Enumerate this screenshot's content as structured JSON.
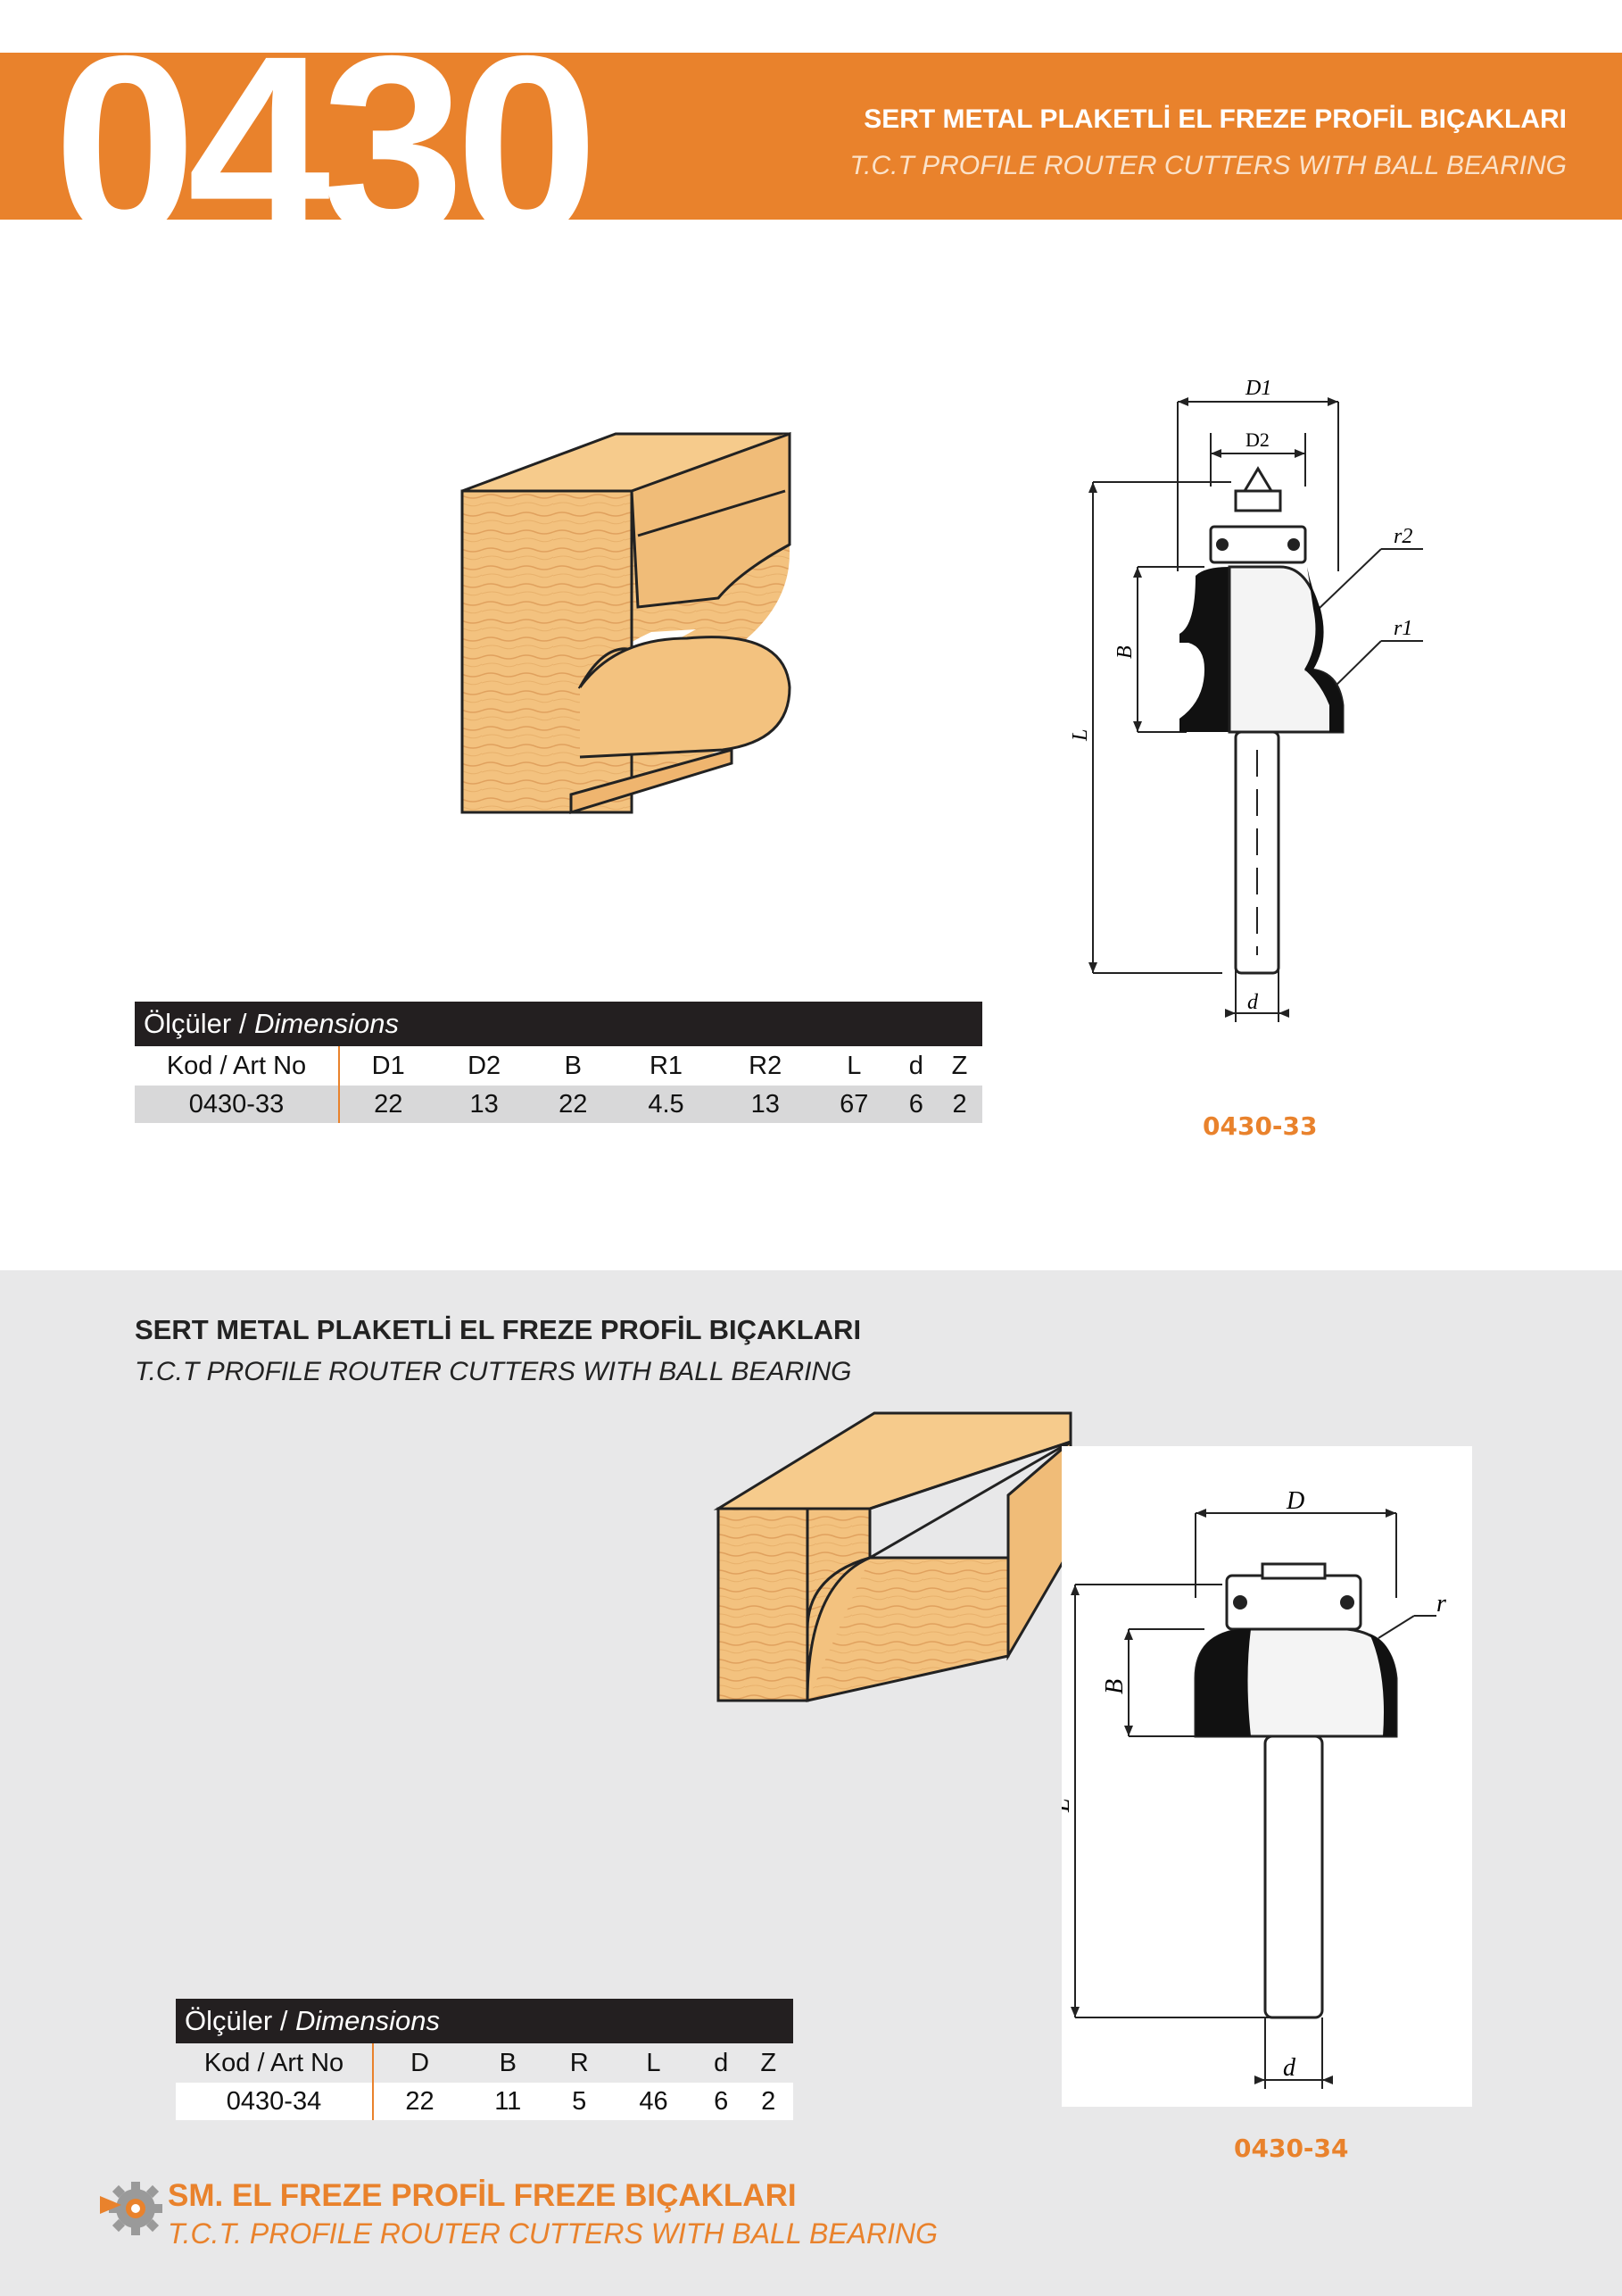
{
  "header": {
    "number": "0430",
    "title_tr": "SERT METAL PLAKETLİ EL FREZE PROFİL BIÇAKLARI",
    "title_en": "T.C.T PROFILE ROUTER CUTTERS WITH BALL BEARING"
  },
  "product1": {
    "table_title_tr": "Ölçüler",
    "table_title_sep": " / ",
    "table_title_en": "Dimensions",
    "headers": [
      "Kod / Art No",
      "D1",
      "D2",
      "B",
      "R1",
      "R2",
      "L",
      "d",
      "Z"
    ],
    "row": [
      "0430-33",
      "22",
      "13",
      "22",
      "4.5",
      "13",
      "67",
      "6",
      "2"
    ],
    "code_label": "0430-33",
    "drawing_labels": {
      "d1": "D1",
      "d2": "D2",
      "r2": "r2",
      "r1": "r1",
      "b": "B",
      "l": "L",
      "d": "d"
    }
  },
  "section2": {
    "title_tr": "SERT METAL PLAKETLİ EL FREZE PROFİL BIÇAKLARI",
    "title_en": "T.C.T PROFILE ROUTER CUTTERS WITH BALL BEARING"
  },
  "product2": {
    "table_title_tr": "Ölçüler",
    "table_title_sep": " / ",
    "table_title_en": "Dimensions",
    "headers": [
      "Kod / Art No",
      "D",
      "B",
      "R",
      "L",
      "d",
      "Z"
    ],
    "row": [
      "0430-34",
      "22",
      "11",
      "5",
      "46",
      "6",
      "2"
    ],
    "code_label": "0430-34",
    "drawing_labels": {
      "d": "D",
      "r": "r",
      "b": "B",
      "l": "L",
      "shank": "d"
    }
  },
  "footer": {
    "title_tr": "SM. EL FREZE PROFİL FREZE BIÇAKLARI",
    "title_en": "T.C.T. PROFILE ROUTER CUTTERS WITH BALL BEARING"
  },
  "colors": {
    "accent": "#e9822c",
    "dark": "#231f20",
    "lower_bg": "#e8e8e9",
    "wood": "#f2c27e"
  }
}
